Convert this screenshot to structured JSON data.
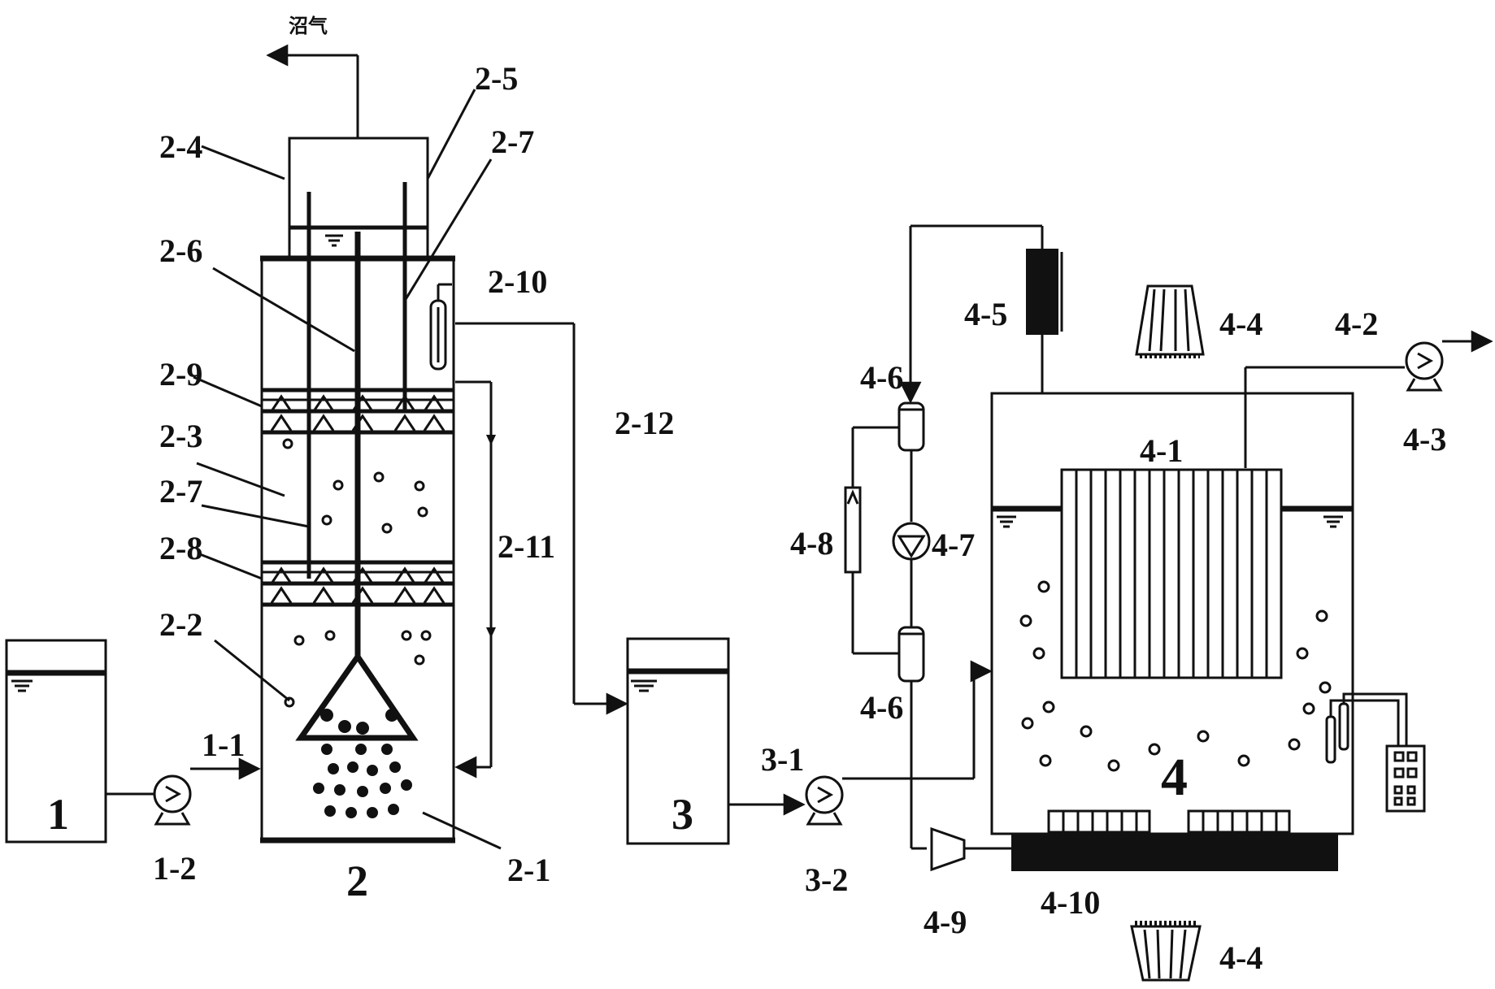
{
  "labels": {
    "tank1": "1",
    "tank2": "2",
    "tank3": "3",
    "tank4": "4",
    "l1_1": "1-1",
    "l1_2": "1-2",
    "l2_1": "2-1",
    "l2_2": "2-2",
    "l2_3": "2-3",
    "l2_4": "2-4",
    "l2_5": "2-5",
    "l2_6": "2-6",
    "l2_7a": "2-7",
    "l2_7b": "2-7",
    "l2_8": "2-8",
    "l2_9": "2-9",
    "l2_10": "2-10",
    "l2_11": "2-11",
    "l2_12": "2-12",
    "l3_1": "3-1",
    "l3_2": "3-2",
    "l4_1": "4-1",
    "l4_2": "4-2",
    "l4_3": "4-3",
    "l4_4a": "4-4",
    "l4_4b": "4-4",
    "l4_5": "4-5",
    "l4_6a": "4-6",
    "l4_6b": "4-6",
    "l4_7": "4-7",
    "l4_8": "4-8",
    "l4_9": "4-9",
    "l4_10": "4-10",
    "biogas": "沼气"
  },
  "icons": [
    "pump-icon",
    "water-level-icon",
    "gas-bubble-icon",
    "membrane-module-icon",
    "flowmeter-icon",
    "control-box-icon"
  ]
}
